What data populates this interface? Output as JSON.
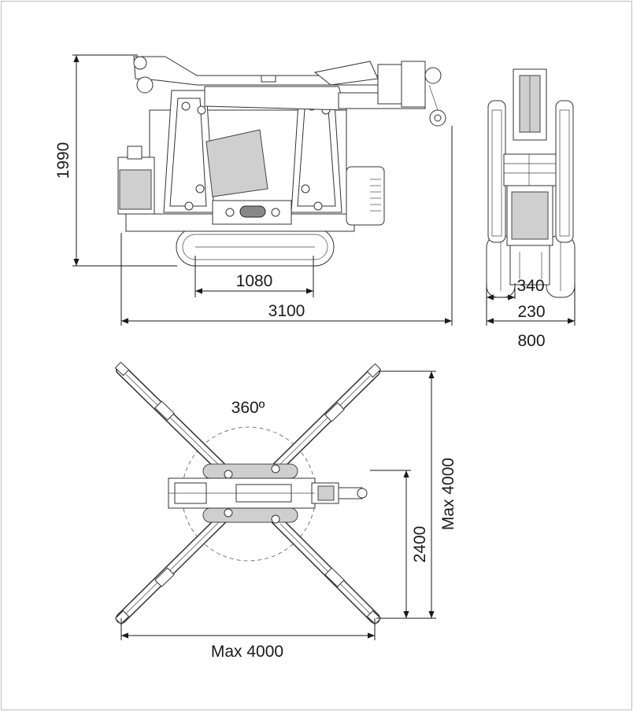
{
  "dimensions": {
    "height": "1990",
    "track_length": "1080",
    "overall_length": "3100",
    "track_width": "340",
    "track_gap": "230",
    "overall_width": "800",
    "rotation": "360º",
    "outrigger_span_y": "2400",
    "outrigger_max_y": "Max 4000",
    "outrigger_max_x": "Max 4000"
  }
}
